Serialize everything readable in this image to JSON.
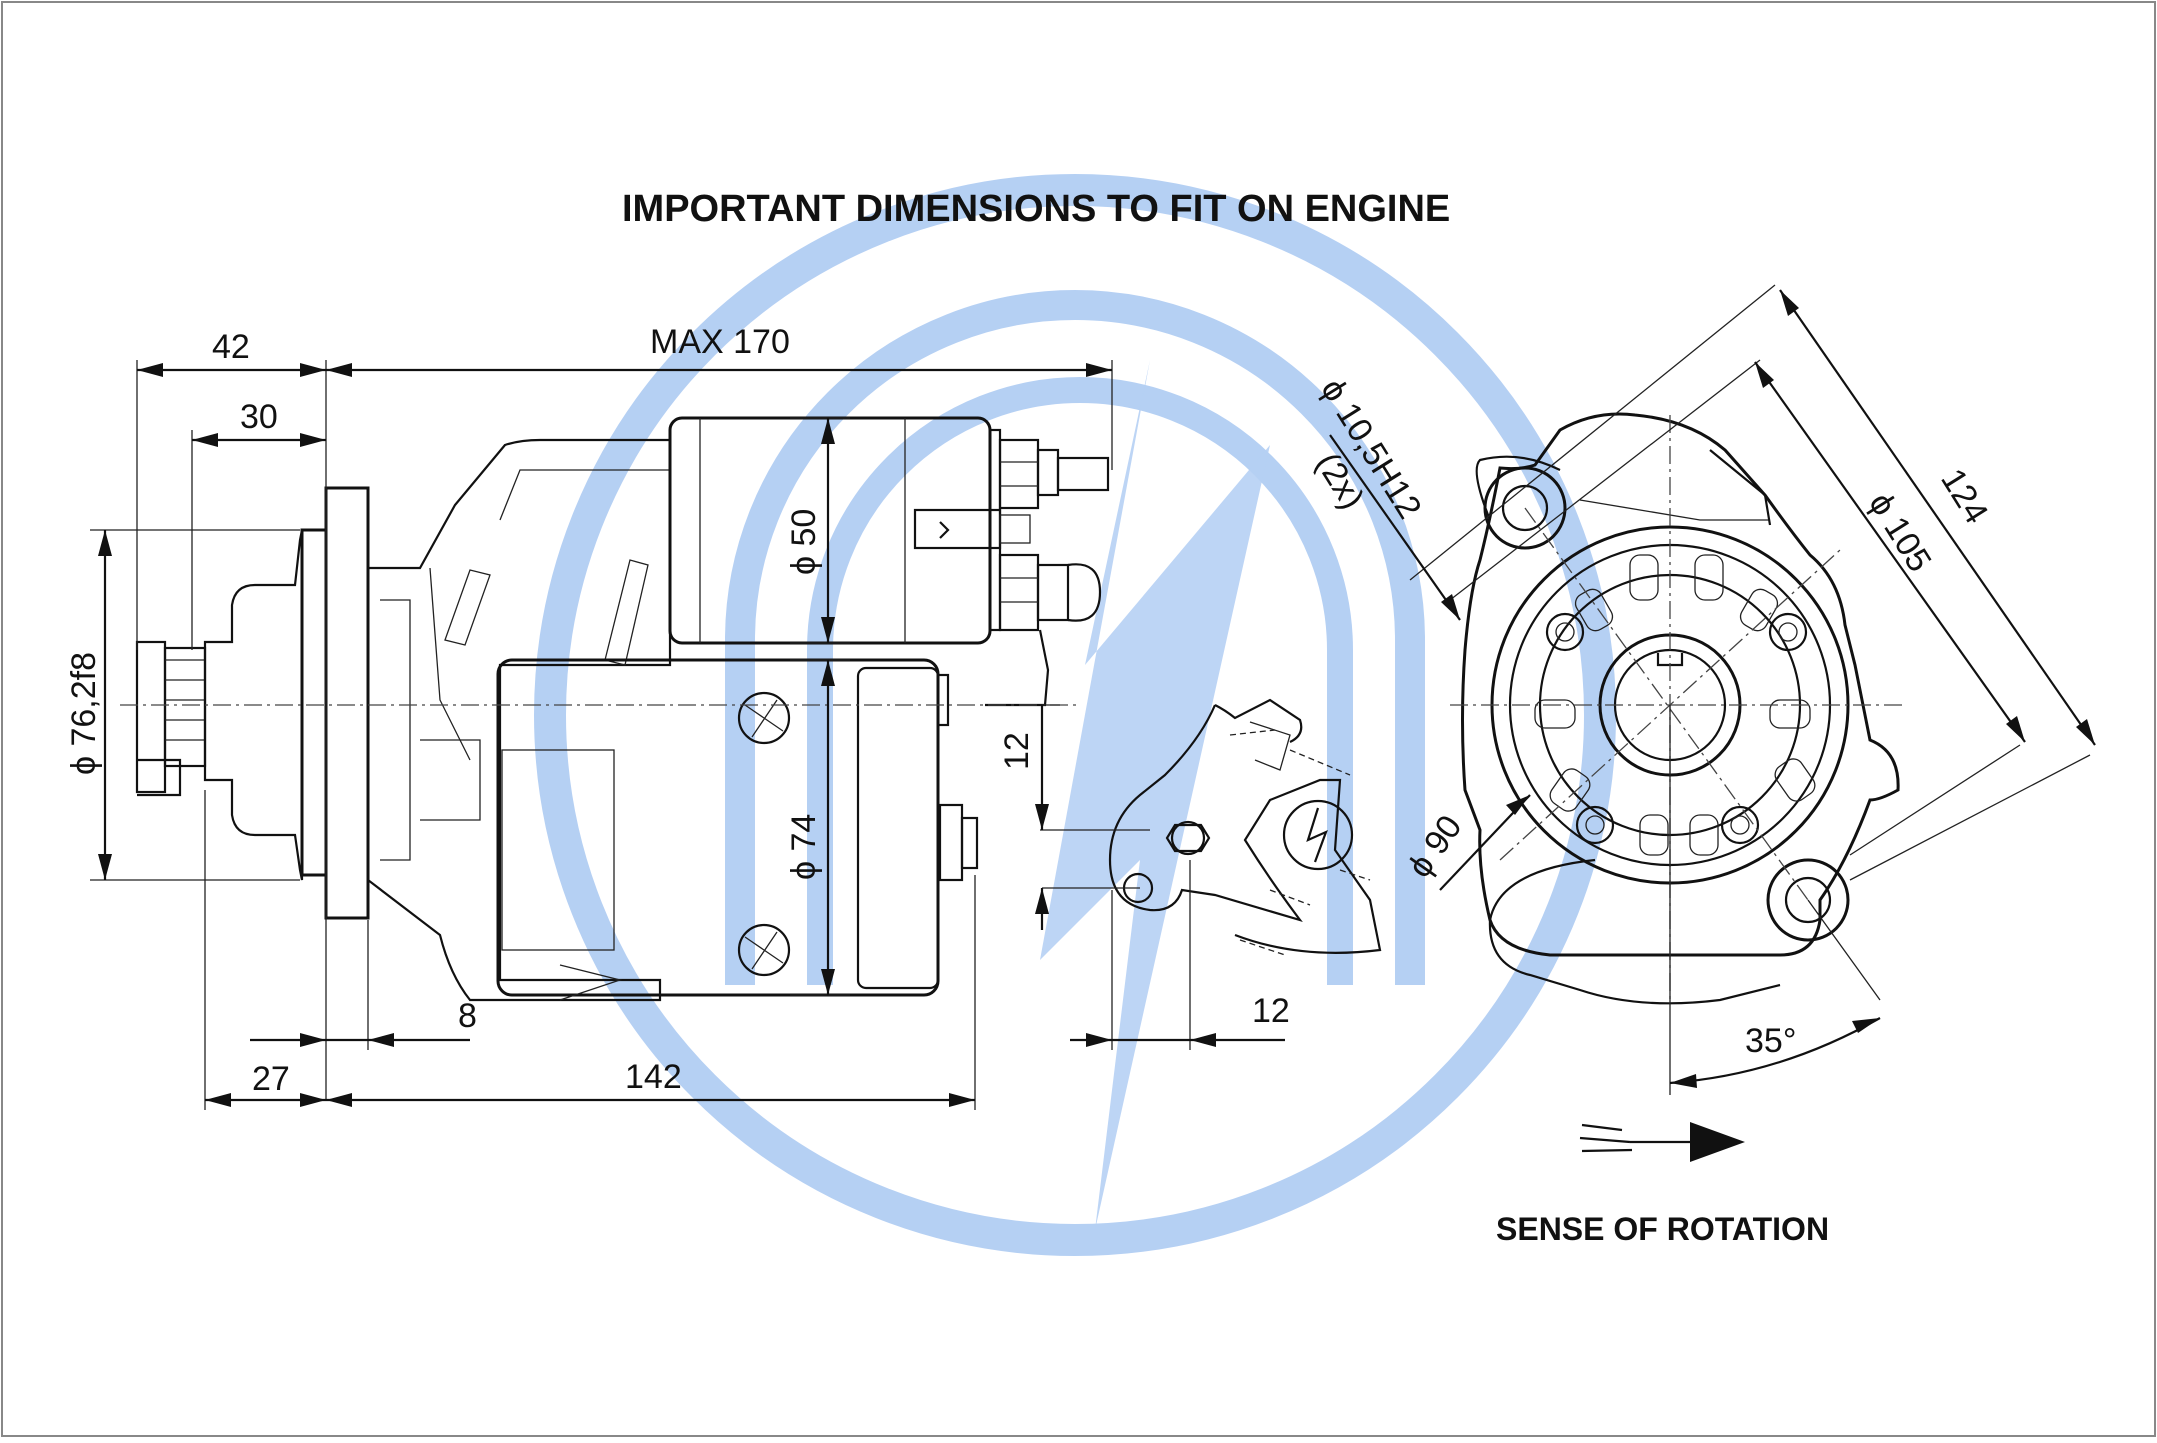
{
  "drawing": {
    "title": "IMPORTANT DIMENSIONS TO FIT ON ENGINE",
    "rotation_label": "SENSE OF ROTATION"
  },
  "dimensions": {
    "d42": "42",
    "max170": "MAX 170",
    "d30": "30",
    "phi76": "ϕ 76,2f8",
    "phi50": "ϕ 50",
    "phi74": "ϕ 74",
    "d12v": "12",
    "d12h": "12",
    "d8": "8",
    "d27": "27",
    "d142": "142",
    "phi10_5": "ϕ 10,5H12",
    "twox": "(2x)",
    "d124": "124",
    "phi105": "ϕ 105",
    "phi90": "ϕ 90",
    "deg35": "35°"
  },
  "colors": {
    "linework": "#111111",
    "watermark": "#a9c8f2",
    "background": "#ffffff"
  },
  "icons": [
    "rotation-arrow-icon",
    "bracket-logo-mark"
  ]
}
